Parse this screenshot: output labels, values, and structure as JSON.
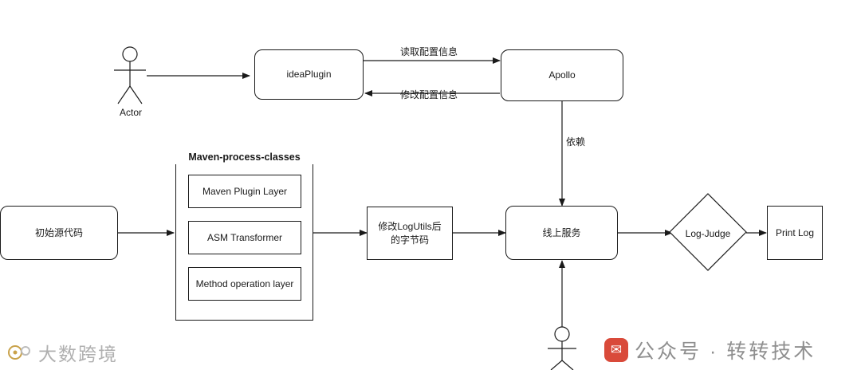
{
  "diagram": {
    "nodes": {
      "actor_label": "Actor",
      "idea_plugin": "ideaPlugin",
      "apollo": "Apollo",
      "group_title": "Maven-process-classes",
      "maven_plugin_layer": "Maven Plugin Layer",
      "asm_transformer": "ASM Transformer",
      "method_operation_layer": "Method operation layer",
      "source_code": "初始源代码",
      "bytecode_line1": "修改LogUtils后",
      "bytecode_line2": "的字节码",
      "online_service": "线上服务",
      "log_judge": "Log-Judge",
      "print_log": "Print Log"
    },
    "edge_labels": {
      "read_config": "读取配置信息",
      "modify_config": "修改配置信息",
      "depends": "依赖"
    }
  },
  "watermarks": {
    "left_text": "大数跨境",
    "right_text": "公众号 · 转转技术",
    "right_badge_glyph": "✉"
  }
}
